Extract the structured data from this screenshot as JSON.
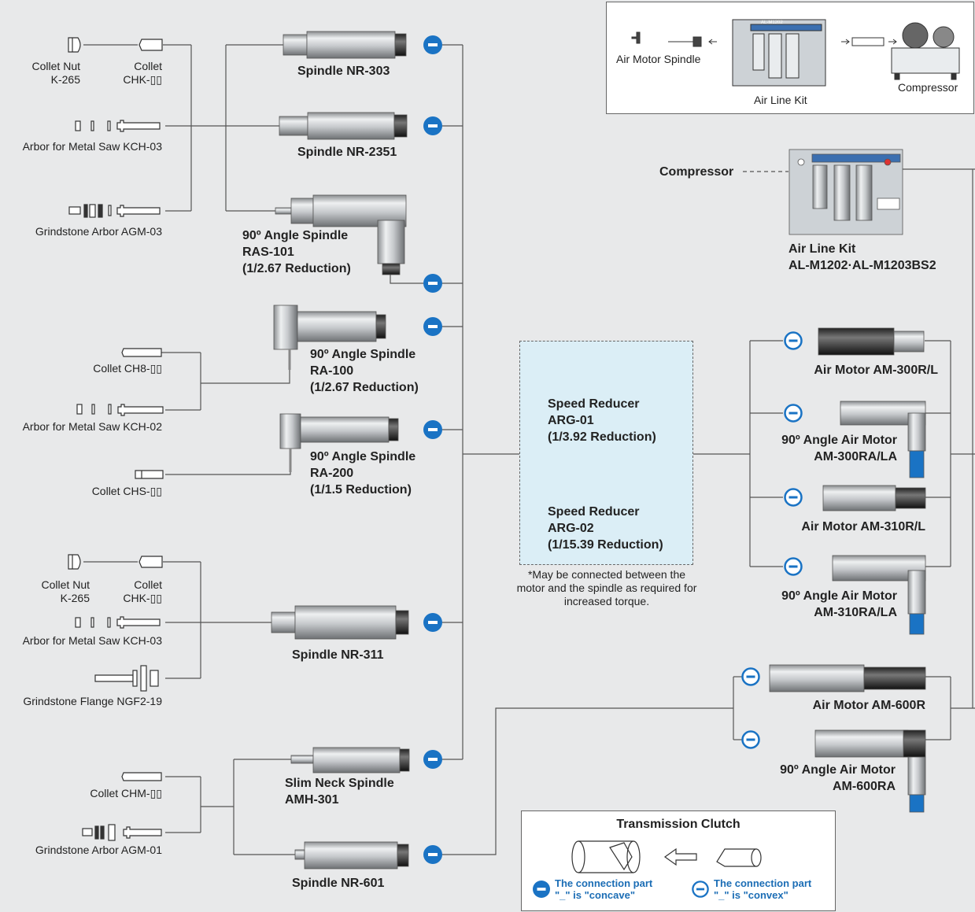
{
  "colors": {
    "connector_blue": "#1a73c4",
    "reducer_bg": "#dbeef6",
    "background": "#e8e9ea",
    "line": "#555555"
  },
  "airline_overview": {
    "air_motor_spindle": "Air Motor Spindle",
    "air_line_kit": "Air Line Kit",
    "compressor": "Compressor",
    "kit_plate_label": "AL-M1202"
  },
  "accessories_group1": {
    "collet_nut": {
      "line1": "Collet Nut",
      "line2": "K-265"
    },
    "collet": {
      "line1": "Collet",
      "line2": "CHK-▯▯"
    },
    "arbor_metal_saw": "Arbor for Metal Saw  KCH-03",
    "grindstone_arbor": "Grindstone Arbor  AGM-03"
  },
  "accessories_group2": {
    "collet": "Collet  CH8-▯▯",
    "arbor_metal_saw": "Arbor for Metal Saw  KCH-02"
  },
  "accessories_group3": {
    "collet": "Collet  CHS-▯▯"
  },
  "accessories_group4": {
    "collet_nut": {
      "line1": "Collet Nut",
      "line2": "K-265"
    },
    "collet": {
      "line1": "Collet",
      "line2": "CHK-▯▯"
    },
    "arbor_metal_saw": "Arbor for Metal Saw  KCH-03",
    "grindstone_flange": "Grindstone Flange  NGF2-19"
  },
  "accessories_group5": {
    "collet": "Collet  CHM-▯▯",
    "grindstone_arbor": "Grindstone Arbor  AGM-01"
  },
  "spindles": {
    "nr303": "Spindle NR-303",
    "nr2351": "Spindle NR-2351",
    "ras101": {
      "line1": "90º Angle Spindle",
      "line2": "RAS-101",
      "line3": "(1/2.67 Reduction)"
    },
    "ra100": {
      "line1": "90º Angle Spindle",
      "line2": "RA-100",
      "line3": "(1/2.67 Reduction)"
    },
    "ra200": {
      "line1": "90º Angle Spindle",
      "line2": "RA-200",
      "line3": "(1/1.5 Reduction)"
    },
    "nr311": "Spindle NR-311",
    "amh301": {
      "line1": "Slim Neck Spindle",
      "line2": "AMH-301"
    },
    "nr601": "Spindle NR-601"
  },
  "reducers": {
    "arg01": {
      "line1": "Speed Reducer",
      "line2": "ARG-01",
      "line3": "(1/3.92 Reduction)"
    },
    "arg02": {
      "line1": "Speed Reducer",
      "line2": "ARG-02",
      "line3": "(1/15.39 Reduction)"
    },
    "note": "*May be connected between the motor and the spindle as required for increased torque."
  },
  "compressor_label": "Compressor",
  "air_line_kit": {
    "line1": "Air Line Kit",
    "line2": "AL-M1202·AL-M1203BS2"
  },
  "motors": {
    "am300rl": "Air Motor   AM-300R/L",
    "am300ra": {
      "line1": "90º Angle Air Motor",
      "line2": "AM-300RA/LA"
    },
    "am310rl": "Air Motor   AM-310R/L",
    "am310ra": {
      "line1": "90º Angle Air Motor",
      "line2": "AM-310RA/LA"
    },
    "am600r": "Air Motor   AM-600R",
    "am600ra": {
      "line1": "90º Angle Air Motor",
      "line2": "AM-600RA"
    }
  },
  "clutch": {
    "title": "Transmission Clutch",
    "concave": {
      "line1": "The connection part",
      "line2": "\"_\" is \"concave\""
    },
    "convex": {
      "line1": "The connection part",
      "line2": "\"_\" is \"convex\""
    }
  }
}
